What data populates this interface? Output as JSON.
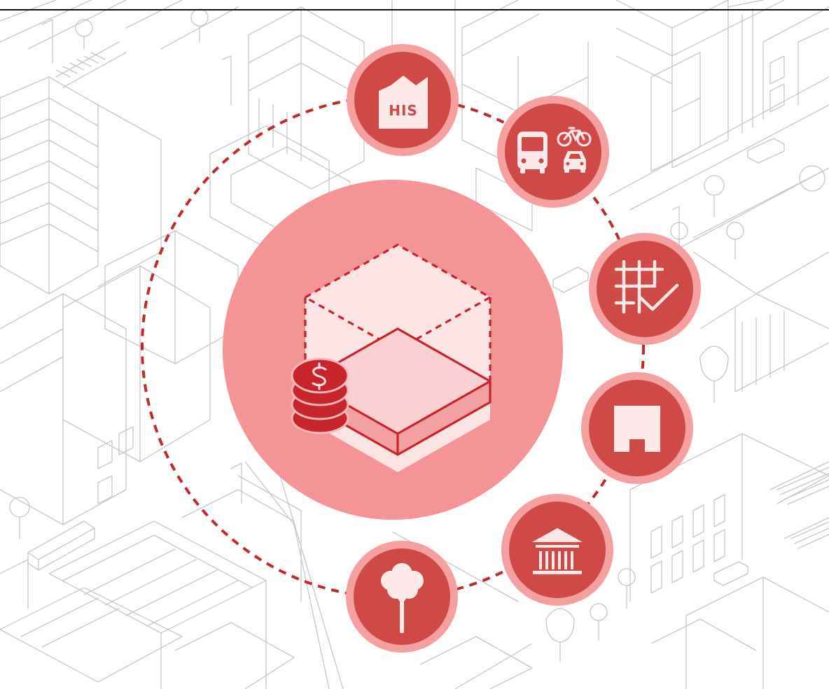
{
  "colors": {
    "line_art": "#c8c8c8",
    "top_rule": "#111111",
    "big_circle": "#f49496",
    "node_ring": "#f4a0a0",
    "node_fill": "#cf4a47",
    "dash_ring": "#c2282c",
    "cube_face": "#fde4e4",
    "cube_stroke": "#c8242b",
    "coin_fill": "#c8242b"
  },
  "center": {
    "icon": "dashed-volume-with-built-base-and-coins-icon"
  },
  "nodes": [
    {
      "id": "housing",
      "icon": "house-his-icon",
      "label": "HIS"
    },
    {
      "id": "mobility",
      "icon": "bus-bicycle-car-icon"
    },
    {
      "id": "regulation",
      "icon": "grid-checkmark-icon"
    },
    {
      "id": "building",
      "icon": "building-block-icon"
    },
    {
      "id": "public",
      "icon": "institution-columns-icon"
    },
    {
      "id": "green",
      "icon": "tree-icon"
    }
  ]
}
